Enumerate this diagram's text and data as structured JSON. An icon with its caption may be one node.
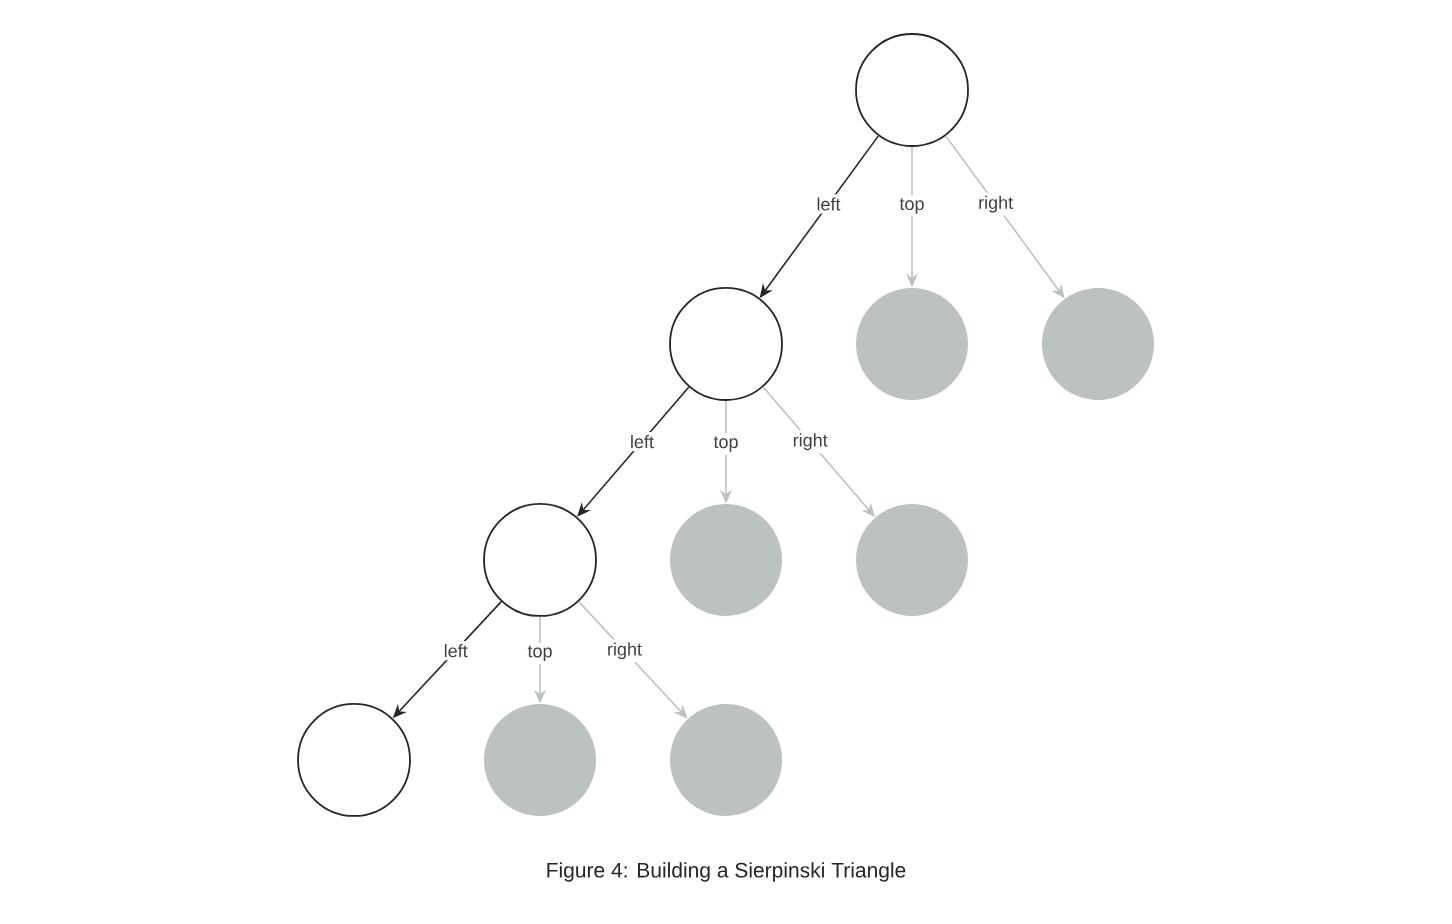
{
  "diagram": {
    "caption": "Figure 4: Building a Sierpinski Triangle",
    "nodes": [
      {
        "text": [],
        "shape": "circle"
      },
      {
        "text": [],
        "shape": "circle"
      },
      {
        "text": [],
        "shape": "circle"
      },
      {
        "text": [],
        "shape": "circle"
      },
      {
        "text": [],
        "shape": "circle"
      },
      {
        "text": [],
        "shape": "circle"
      },
      {
        "text": [],
        "shape": "circle"
      },
      {
        "text": [],
        "shape": "circle"
      },
      {
        "text": [],
        "shape": "circle"
      },
      {
        "text": [],
        "shape": "circle"
      }
    ],
    "edges": [
      {
        "from": 0,
        "to": 1,
        "arrow": "to",
        "label": "left",
        "color": "#262626"
      },
      {
        "from": 0,
        "to": 2,
        "arrow": "to",
        "label": "top"
      },
      {
        "from": 0,
        "to": 3,
        "arrow": "to",
        "label": "right"
      },
      {
        "from": 1,
        "to": 4,
        "arrow": "to",
        "label": "left",
        "color": "#262626"
      },
      {
        "from": 1,
        "to": 5,
        "arrow": "to",
        "label": "top"
      },
      {
        "from": 1,
        "to": 6,
        "arrow": "to",
        "label": "right"
      },
      {
        "from": 4,
        "to": 7,
        "arrow": "to",
        "label": "left",
        "color": "#262626"
      },
      {
        "from": 4,
        "to": 8,
        "arrow": "to",
        "label": "top"
      },
      {
        "from": 4,
        "to": 9,
        "arrow": "to",
        "label": "right"
      }
    ]
  }
}
